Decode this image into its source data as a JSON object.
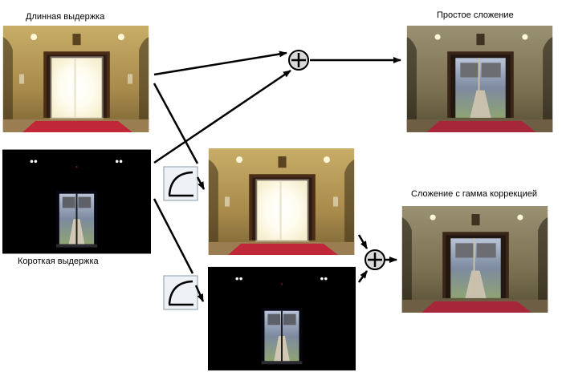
{
  "labels": {
    "long_exposure": "Длинная выдержка",
    "short_exposure": "Короткая выдержка",
    "simple_sum": "Простое сложение",
    "gamma_sum": "Сложение с гамма коррекцией"
  },
  "colors": {
    "arrow": "#000000",
    "plus_fill": "#d9d9d9",
    "curve_box_fill": "#eef2f6",
    "curve_box_border": "#8a9aab",
    "carpet": "#c0283a",
    "wall_light": "#d9c37f",
    "wall_dark": "#6e5a2e",
    "door_glow": "#ffffff",
    "night": "#000000"
  }
}
